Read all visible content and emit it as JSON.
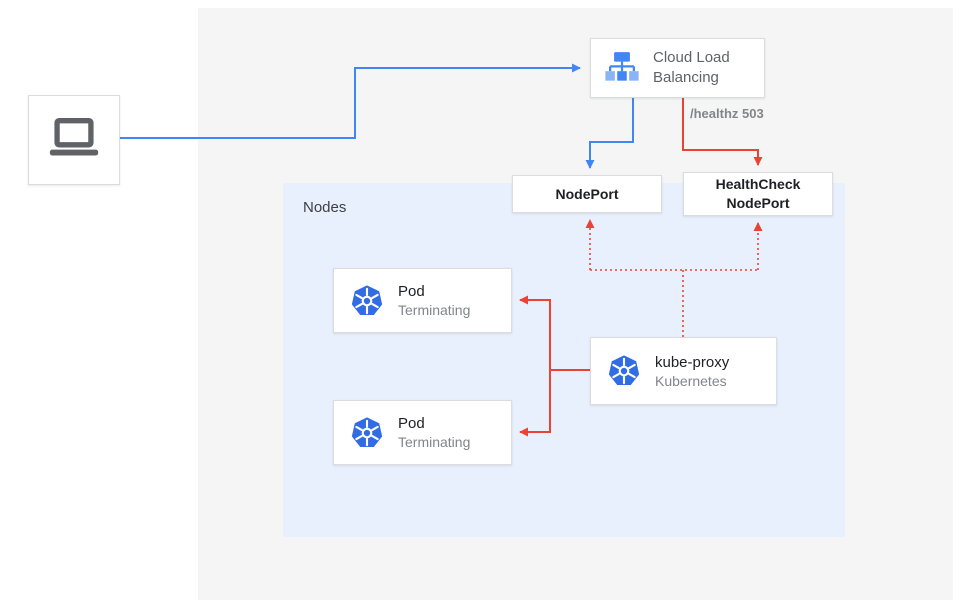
{
  "diagram": {
    "laptop": {
      "icon": "laptop-icon"
    },
    "cloud_load_balancing": {
      "icon": "load-balancer-icon",
      "line1": "Cloud Load",
      "line2": "Balancing"
    },
    "healthz_badge": "/healthz 503",
    "nodeport": {
      "label": "NodePort"
    },
    "healthcheck_nodeport": {
      "line1": "HealthCheck",
      "line2": "NodePort"
    },
    "nodes_area": {
      "label": "Nodes"
    },
    "pods": [
      {
        "icon": "kubernetes-icon",
        "title": "Pod",
        "status": "Terminating"
      },
      {
        "icon": "kubernetes-icon",
        "title": "Pod",
        "status": "Terminating"
      }
    ],
    "kube_proxy": {
      "icon": "kubernetes-icon",
      "title": "kube-proxy",
      "subtitle": "Kubernetes"
    },
    "colors": {
      "blue_arrow": "#4285F4",
      "red_arrow": "#EA4335",
      "nodes_bg": "#E8F0FE",
      "panel_bg": "#F5F5F5",
      "box_border": "#DADCE0",
      "kubernetes_blue": "#326CE5",
      "text_primary": "#202124",
      "text_secondary": "#80868B"
    }
  }
}
